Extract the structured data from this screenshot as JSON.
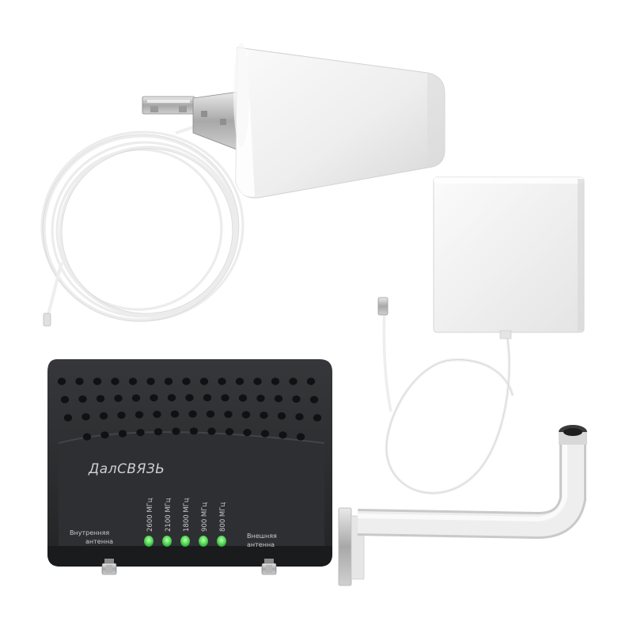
{
  "product": {
    "brand": "ДалСВЯЗЬ",
    "frequencies": [
      "2600 МГц",
      "2100 МГц",
      "1800 МГц",
      "900 МГц",
      "800 МГц"
    ],
    "left_port_label_line1": "Внутренняя",
    "left_port_label_line2": "антенна",
    "right_port_label_line1": "Внешняя",
    "right_port_label_line2": "антенна"
  },
  "colors": {
    "background": "#ffffff",
    "repeater_body": "#2b2c2e",
    "repeater_dark": "#1c1d1f",
    "led_green": "#57d957",
    "plastic_white": "#f1f1f1",
    "cable_white": "#f7f7f7"
  }
}
